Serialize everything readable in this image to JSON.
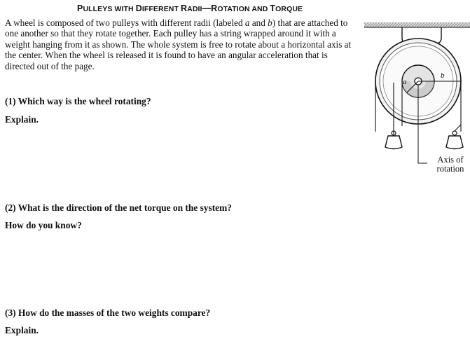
{
  "title": {
    "part1_big": "P",
    "part1_small": "ULLEYS WITH ",
    "part2_big": "D",
    "part2_small": "IFFERENT ",
    "part3_big": "R",
    "part3_small": "ADII",
    "dash": "—",
    "part4_big": "R",
    "part4_small": "OTATION AND ",
    "part5_big": "T",
    "part5_small": "ORQUE"
  },
  "intro": {
    "seg1": "A wheel is composed of two pulleys with different radii (labeled ",
    "label_a": "a",
    "seg2": " and ",
    "label_b": "b",
    "seg3": ") that are attached to one another so that they rotate together. Each pulley has a string wrapped around it with a weight hanging from it as shown. The whole system is free to rotate about a horizontal axis at the center. When the wheel is released it is found to have an angular acceleration that is directed out of the page."
  },
  "questions": [
    {
      "prompt": "(1) Which way is the wheel rotating?",
      "followup": "Explain."
    },
    {
      "prompt": "(2) What is the direction of the net torque on the system?",
      "followup": "How do you know?"
    },
    {
      "prompt": "(3) How do the masses of the two weights compare?",
      "followup": "Explain."
    }
  ],
  "figure": {
    "label_a": "a",
    "label_b": "b",
    "axis_label_line1": "Axis of",
    "axis_label_line2": "rotation"
  }
}
